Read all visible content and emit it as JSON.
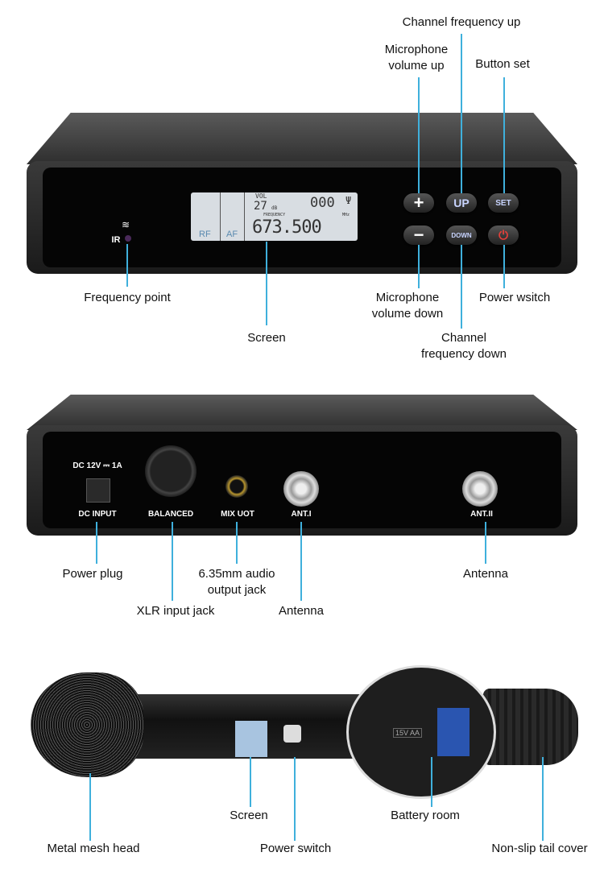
{
  "front": {
    "labels": {
      "channel_up": "Channel frequency up",
      "mic_up": "Microphone\nvolume up",
      "button_set": "Button set",
      "freq_point": "Frequency point",
      "screen": "Screen",
      "mic_down": "Microphone\nvolume down",
      "power": "Power wsitch",
      "channel_down": "Channel\nfrequency down"
    },
    "device": {
      "ir": "IR",
      "buttons": {
        "plus": "+",
        "minus": "−",
        "up": "UP",
        "down": "DOWN",
        "set": "SET"
      },
      "lcd": {
        "vol_label": "VOL",
        "vol": "27",
        "vol_unit": "dB",
        "channel": "000",
        "freq_label": "FREQUENCY",
        "freq": "673.500",
        "freq_unit": "MHz",
        "rf": "RF",
        "af": "AF"
      }
    }
  },
  "back": {
    "labels": {
      "power_plug": "Power plug",
      "audio_jack": "6.35mm audio\noutput jack",
      "xlr": "XLR input jack",
      "antenna1": "Antenna",
      "antenna2": "Antenna"
    },
    "device": {
      "dc_rating": "DC 12V ⎓ 1A",
      "dc_input": "DC INPUT",
      "balanced": "BALANCED",
      "mix_out": "MIX UOT",
      "ant1": "ANT.I",
      "ant2": "ANT.II"
    }
  },
  "mic": {
    "labels": {
      "screen": "Screen",
      "power_switch": "Power switch",
      "battery": "Battery room",
      "mesh": "Metal mesh head",
      "tail": "Non-slip tail cover"
    },
    "device": {
      "battery_label": "15V AA"
    }
  },
  "colors": {
    "callout": "#3fb0dc",
    "power_icon": "#e0403a"
  }
}
